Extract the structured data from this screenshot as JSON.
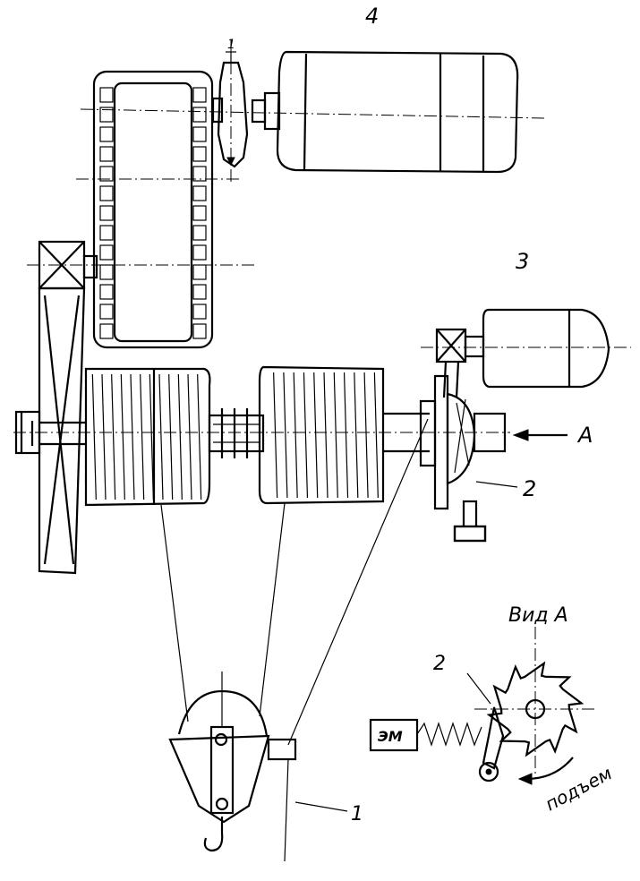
{
  "labels": {
    "motor_main": "4",
    "motor_small": "3",
    "brake_label": "2",
    "rope_label": "1",
    "top_small": "1",
    "view_arrow": "A",
    "view_title": "Вид А",
    "view_pawl": "2",
    "em_box": "ЭМ",
    "lift_direction": "подъем"
  },
  "drum": {
    "left_grooves": 12,
    "right_grooves": 11
  },
  "ratchet": {
    "teeth": 10
  }
}
